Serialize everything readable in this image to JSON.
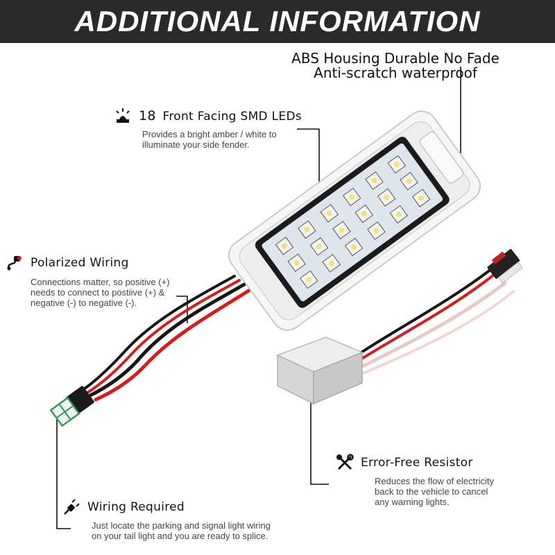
{
  "header": {
    "title": "ADDITIONAL INFORMATION"
  },
  "housing_note": {
    "line1": "ABS Housing Durable No Fade",
    "line2": "Anti-scratch waterproof"
  },
  "features": {
    "leds": {
      "icon": "led-light-icon",
      "count": "18",
      "title": "Front Facing SMD LEDs",
      "desc_line1": "Provides a bright amber / white to",
      "desc_line2": "illuminate your side fender."
    },
    "polarized": {
      "icon": "polarized-plug-icon",
      "title": "Polarized Wiring",
      "desc_line1": "Connections matter, so positive (+)",
      "desc_line2": "needs to connect to postiive (+) &",
      "desc_line3": "negative (-) to negative (-)."
    },
    "resistor": {
      "icon": "tools-icon",
      "title": "Error-Free Resistor",
      "desc_line1": "Reduces the flow of electricity",
      "desc_line2": "back to the vehicle to cancel",
      "desc_line3": "any warning lights."
    },
    "wiring": {
      "icon": "plug-icon",
      "title": "Wiring Required",
      "desc_line1": "Just locate the parking and signal light wiring",
      "desc_line2": "on your tail light and you are ready to splice."
    }
  },
  "colors": {
    "header_bg": "#2a2a2a",
    "wire_red": "#d81b1b",
    "wire_black": "#151515",
    "connector_green": "#2f9a5a"
  }
}
